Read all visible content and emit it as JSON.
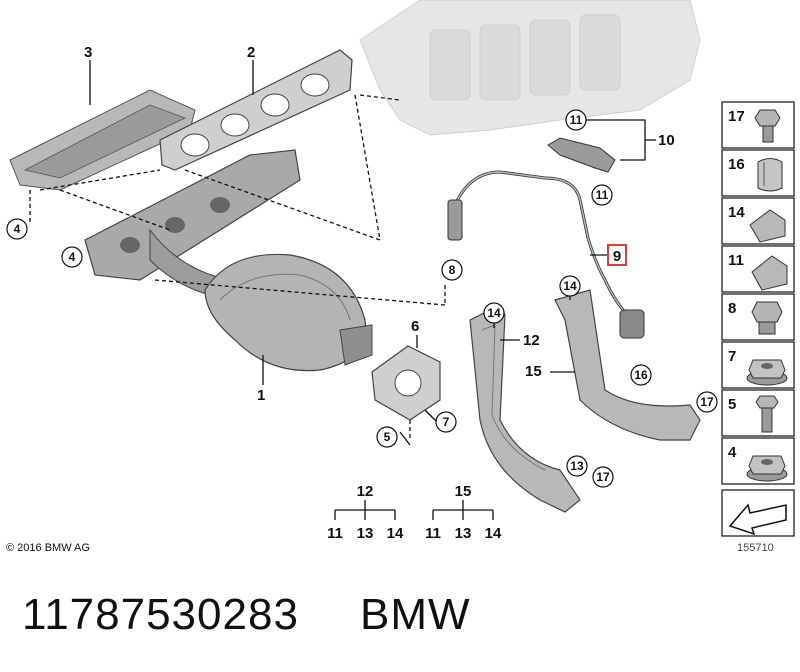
{
  "callouts": {
    "manifold_cat": "1",
    "gasket": "2",
    "heat_shield": "3",
    "nut_a": "4",
    "nut_b": "4",
    "screw": "5",
    "flange_gasket": "6",
    "flange_nut": "7",
    "sensor_plug": "8",
    "oxygen_sensor": "9",
    "bracket_set": "10",
    "clip_a": "11",
    "clip_b": "11",
    "bracket_left": "12",
    "grommet_13a": "13",
    "grommet_14a": "14",
    "grommet_14b": "14",
    "bracket_right": "15",
    "grommet_16": "16",
    "bolt_17a": "17",
    "bolt_17b": "17"
  },
  "legend": {
    "group_12": {
      "top": "12",
      "items": [
        "11",
        "13",
        "14"
      ]
    },
    "group_15": {
      "top": "15",
      "items": [
        "11",
        "13",
        "14"
      ]
    }
  },
  "side_panel": [
    "17",
    "16",
    "14",
    "11",
    "8",
    "7",
    "5",
    "4"
  ],
  "footer": {
    "copyright": "© 2016 BMW AG",
    "drawing_id": "155710",
    "part_number": "11787530283",
    "brand": "BMW"
  },
  "colors": {
    "highlight": "#e53935",
    "part_dark": "#8a8a8a",
    "part_light": "#d2d2d2",
    "engine_ghost": "#e4e4e4"
  }
}
